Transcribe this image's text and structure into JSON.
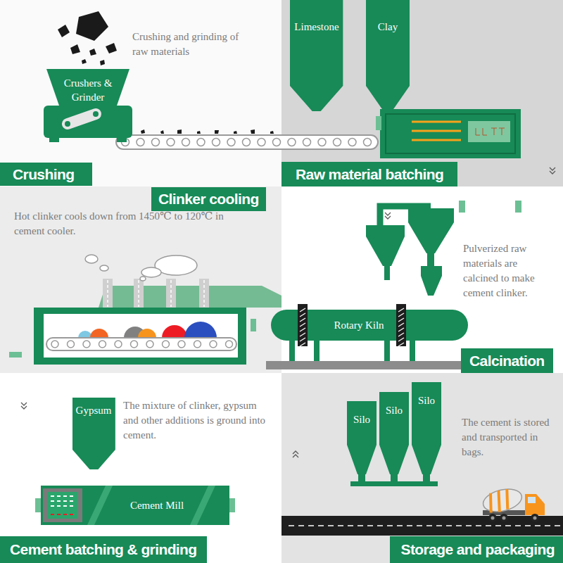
{
  "diagram": {
    "nodes": [
      {
        "text": [
          "Crushers & Grinder"
        ]
      },
      {
        "text": [
          "Crushing"
        ]
      },
      {
        "text": [
          "Limestone"
        ]
      },
      {
        "text": [
          "Clay"
        ]
      },
      {
        "text": [
          "Raw material batching"
        ]
      },
      {
        "text": [
          "Clinker cooling"
        ]
      },
      {
        "text": [
          "Rotary Kiln"
        ]
      },
      {
        "text": [
          "Calcination"
        ]
      },
      {
        "text": [
          "Gypsum"
        ]
      },
      {
        "text": [
          "Cement Mill"
        ]
      },
      {
        "text": [
          "Cement batching & grinding"
        ]
      },
      {
        "text": [
          "Silo"
        ]
      },
      {
        "text": [
          "Silo"
        ]
      },
      {
        "text": [
          "Silo"
        ]
      },
      {
        "text": [
          "Storage and packaging"
        ]
      }
    ],
    "edges": [
      {
        "from": 0,
        "to": 6,
        "arrow": "none"
      },
      {
        "from": 2,
        "to": 6,
        "arrow": "none"
      },
      {
        "from": 3,
        "to": 6,
        "arrow": "none"
      },
      {
        "from": 6,
        "to": 9,
        "arrow": "none"
      },
      {
        "from": 8,
        "to": 9,
        "arrow": "none"
      },
      {
        "from": 9,
        "to": 11,
        "arrow": "none"
      }
    ],
    "labels": [
      "Crushing and grinding of raw materials",
      "Hot clinker cools down from 1450℃ to 120℃ in cement cooler.",
      "Pulverized raw materials are calcined to make cement clinker.",
      "The mixture of clinker, gypsum and other additions is ground into cement.",
      "The cement is stored and transported in bags."
    ]
  }
}
